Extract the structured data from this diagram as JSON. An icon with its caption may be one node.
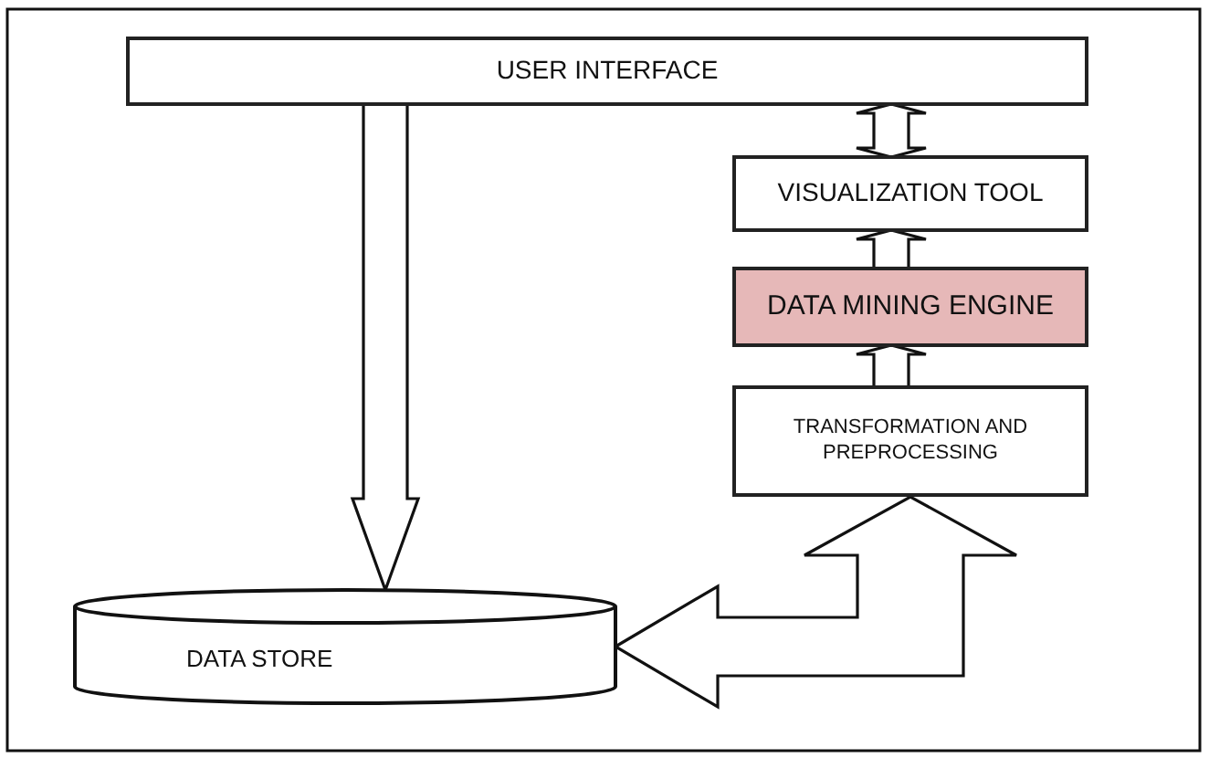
{
  "diagram": {
    "nodes": [
      {
        "text": [
          "USER INTERFACE"
        ]
      },
      {
        "text": [
          "VISUALIZATION TOOL"
        ]
      },
      {
        "text": [
          "DATA MINING ENGINE"
        ]
      },
      {
        "text": [
          "TRANSFORMATION AND PREPROCESSING"
        ]
      },
      {
        "text": [
          "DATA STORE"
        ]
      }
    ],
    "edges": [
      {
        "from": 0,
        "to": 4,
        "arrow": "to"
      },
      {
        "from": 1,
        "to": 0,
        "arrow": "both"
      },
      {
        "from": 2,
        "to": 1,
        "arrow": "to"
      },
      {
        "from": 3,
        "to": 2,
        "arrow": "to"
      },
      {
        "from": 4,
        "to": 3,
        "arrow": "both"
      }
    ]
  }
}
